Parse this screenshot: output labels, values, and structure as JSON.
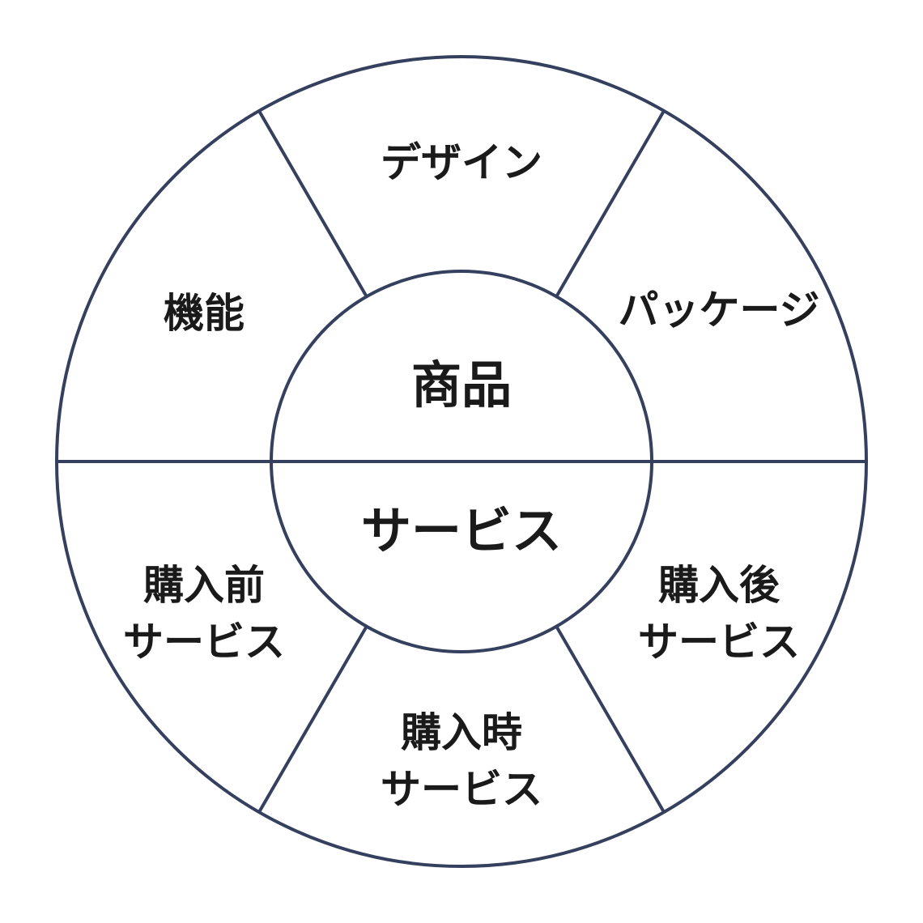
{
  "colors": {
    "stroke": "#34405e",
    "text": "#1a1a1a",
    "background": "#ffffff"
  },
  "core": {
    "top_label": "商品",
    "bottom_label": "サービス"
  },
  "segments": {
    "design": {
      "line1": "デザイン"
    },
    "package": {
      "line1": "パッケージ"
    },
    "function": {
      "line1": "機能"
    },
    "pre_purchase": {
      "line1": "購入前",
      "line2": "サービス"
    },
    "during_purchase": {
      "line1": "購入時",
      "line2": "サービス"
    },
    "post_purchase": {
      "line1": "購入後",
      "line2": "サービス"
    }
  }
}
